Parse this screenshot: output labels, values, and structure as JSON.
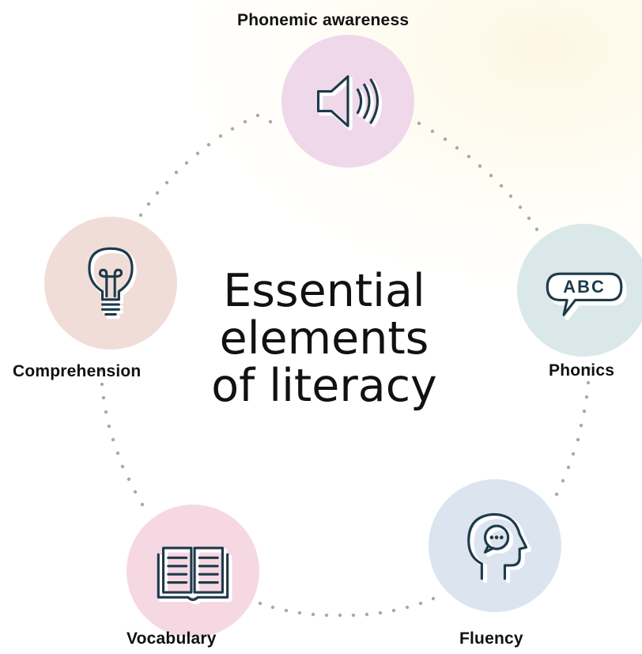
{
  "title": {
    "line1": "Essential",
    "line2": "elements",
    "line3": "of literacy"
  },
  "elements": [
    {
      "label": "Phonemic awareness",
      "icon": "speaker-icon",
      "color": "#efd8ea"
    },
    {
      "label": "Phonics",
      "icon": "speech-bubble-abc-icon",
      "color": "#dbe8ea",
      "icon_text": "ABC"
    },
    {
      "label": "Fluency",
      "icon": "head-speech-icon",
      "color": "#dbe4ef"
    },
    {
      "label": "Vocabulary",
      "icon": "open-book-icon",
      "color": "#f6d8e3"
    },
    {
      "label": "Comprehension",
      "icon": "lightbulb-icon",
      "color": "#f1ddd8"
    }
  ],
  "colors": {
    "icon_stroke": "#1d3a4a",
    "icon_shadow": "#ffffff",
    "dots": "#a9a9a9"
  }
}
